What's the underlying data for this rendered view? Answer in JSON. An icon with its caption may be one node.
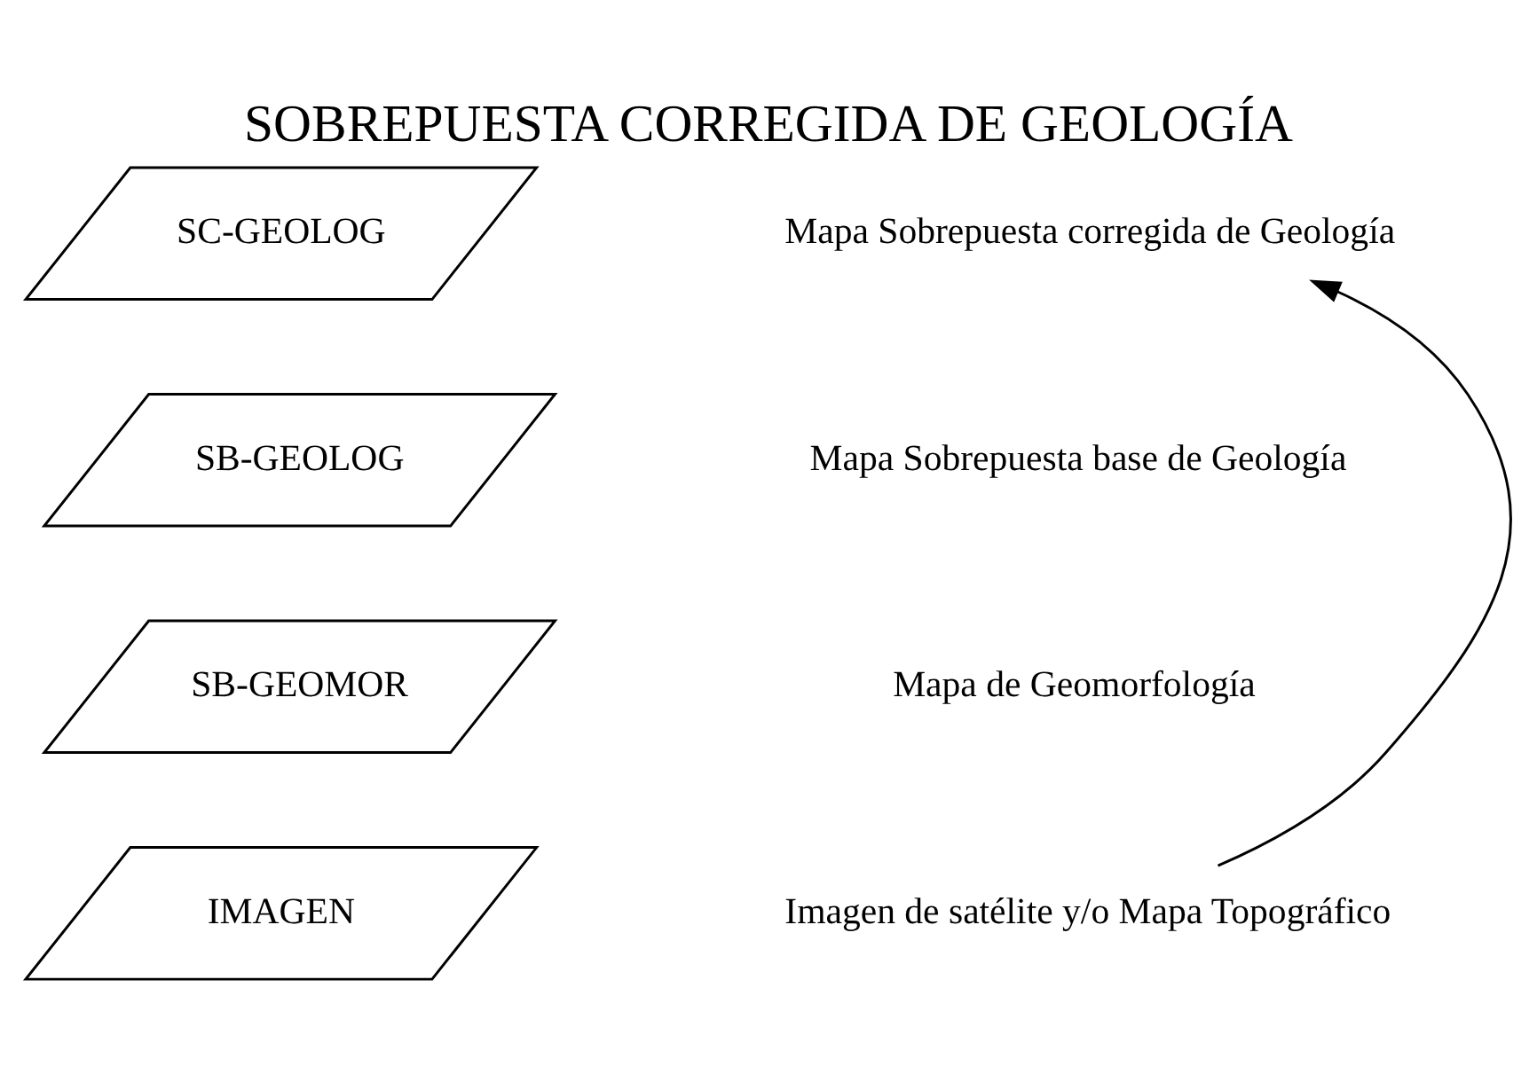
{
  "diagram": {
    "title": "SOBREPUESTA CORREGIDA DE GEOLOGÍA",
    "nodes": [
      {
        "text": [
          "SC-GEOLOG"
        ]
      },
      {
        "text": [
          "Mapa Sobrepuesta corregida de Geología"
        ]
      },
      {
        "text": [
          "SB-GEOLOG"
        ]
      },
      {
        "text": [
          "Mapa Sobrepuesta base de Geología"
        ]
      },
      {
        "text": [
          "SB-GEOMOR"
        ]
      },
      {
        "text": [
          "Mapa de Geomorfología"
        ]
      },
      {
        "text": [
          "IMAGEN"
        ]
      },
      {
        "text": [
          "Imagen de satélite y/o Mapa Topográfico"
        ]
      }
    ],
    "edges": [
      {
        "from": 7,
        "to": 1,
        "arrow": "to"
      }
    ]
  }
}
